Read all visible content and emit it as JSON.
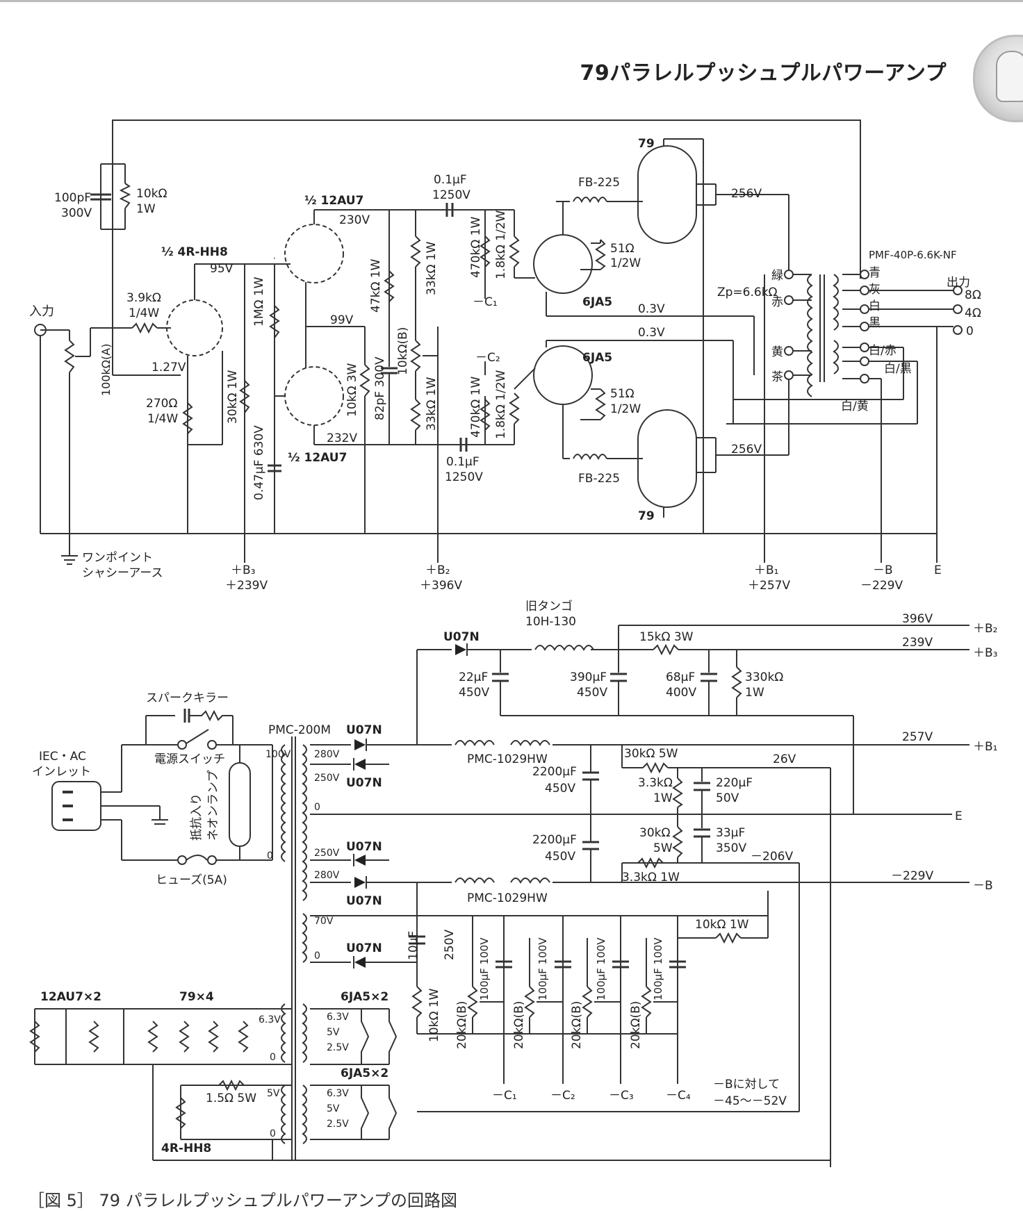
{
  "header": {
    "title": "79パラレルプッシュプルパワーアンプ"
  },
  "caption": "［図 5］ 79 パラレルプッシュプルパワーアンプの回路図",
  "amp": {
    "input": "入力",
    "vr_in": "100kΩ(A)",
    "c_nf": [
      "100pF",
      "300V"
    ],
    "r_nf": [
      "10kΩ",
      "1W"
    ],
    "v1": "½ 4R-HH8",
    "v1_plate_v": "95V",
    "r_grid": [
      "3.9kΩ",
      "1/4W"
    ],
    "v1_cath_v": "1.27V",
    "r_cath": [
      "270Ω",
      "1/4W"
    ],
    "r_1m": "1MΩ 1W",
    "r_30k": "30kΩ 1W",
    "c_047": "0.47μF 630V",
    "v2a": "½ 12AU7",
    "v2a_plate_v": "230V",
    "v2b": "½ 12AU7",
    "v2b_plate_v": "232V",
    "v2_cath_v": "99V",
    "r_10k3w": "10kΩ 3W",
    "c_82p": "82pF 300V",
    "r_47k": "47kΩ 1W",
    "r_33k_top": "33kΩ 1W",
    "vr_bal": "10kΩ(B)",
    "r_33k_bot": "33kΩ 1W",
    "c_top": [
      "0.1μF",
      "1250V"
    ],
    "c_bot": [
      "0.1μF",
      "1250V"
    ],
    "r_470k_top": "470kΩ 1W",
    "r_18k_top": "1.8kΩ 1/2W",
    "r_470k_bot": "470kΩ 1W",
    "r_18k_bot": "1.8kΩ 1/2W",
    "c1": "－C₁",
    "c2": "－C₂",
    "v3": "6JA5",
    "v4": "6JA5",
    "r_51_top": [
      "51Ω",
      "1/2W"
    ],
    "r_51_bot": [
      "51Ω",
      "1/2W"
    ],
    "fb_top": "FB-225",
    "fb_bot": "FB-225",
    "v5": "79",
    "v6": "79",
    "v5_plate_v": "256V",
    "v6_plate_v": "256V",
    "screen_v_top": "0.3V",
    "screen_v_bot": "0.3V",
    "opt": "PMF-40P-6.6K-NF",
    "zp": "Zp=6.6kΩ",
    "pri_colors": [
      "緑",
      "赤",
      "黄",
      "茶"
    ],
    "sec_colors": [
      "青",
      "灰",
      "白",
      "黒"
    ],
    "nf_colors": [
      "白/赤",
      "白/黒",
      "白/黄"
    ],
    "out_label": "出力",
    "out_taps": [
      "8Ω",
      "4Ω",
      "0"
    ],
    "ground": [
      "ワンポイント",
      "シャシーアース"
    ],
    "rails": {
      "b3": [
        "＋B₃",
        "＋239V"
      ],
      "b2": [
        "＋B₂",
        "＋396V"
      ],
      "b1": [
        "＋B₁",
        "＋257V"
      ],
      "b": [
        "－B",
        "－229V"
      ],
      "e": "E"
    }
  },
  "psu": {
    "inlet": [
      "IEC・AC",
      "インレット"
    ],
    "spark": "スパークキラー",
    "power_sw": "電源スイッチ",
    "neon": [
      "抵抗入り",
      "ネオンランプ"
    ],
    "fuse": "ヒューズ(5A)",
    "pt": "PMC-200M",
    "pt_100v": "100V",
    "pt_0": "0",
    "sec_taps": [
      "280V",
      "250V",
      "0",
      "250V",
      "280V",
      "70V",
      "0"
    ],
    "diode": "U07N",
    "choke_old": [
      "旧タンゴ",
      "10H-130"
    ],
    "c_22": [
      "22μF",
      "450V"
    ],
    "c_390": [
      "390μF",
      "450V"
    ],
    "r_15k": "15kΩ 3W",
    "c_68": [
      "68μF",
      "400V"
    ],
    "r_330k": [
      "330kΩ",
      "1W"
    ],
    "out_396": "396V",
    "out_239": "239V",
    "out_257": "257V",
    "out_b2": "＋B₂",
    "out_b3": "＋B₃",
    "out_b1": "＋B₁",
    "out_e": "E",
    "out_b": "－B",
    "choke_b1": "PMC-1029HW",
    "choke_b": "PMC-1029HW",
    "c_2200_a": [
      "2200μF",
      "450V"
    ],
    "c_2200_b": [
      "2200μF",
      "450V"
    ],
    "r_30k5w_top": "30kΩ 5W",
    "v_26": "26V",
    "r_33k1w": [
      "3.3kΩ",
      "1W"
    ],
    "c_220": [
      "220μF",
      "50V"
    ],
    "r_30k5w": [
      "30kΩ",
      "5W"
    ],
    "c_33": [
      "33μF",
      "350V"
    ],
    "v_206": "－206V",
    "r_33k1w_b": "3.3kΩ 1W",
    "v_229": "－229V",
    "c_10u": [
      "10μF",
      "250V"
    ],
    "r_10k1w_v": "10kΩ 1W",
    "r_10k1w_h": "10kΩ 1W",
    "vr_bias": "20kΩ(B)",
    "c_100u": "100μF 100V",
    "bias_out": [
      "－C₁",
      "－C₂",
      "－C₃",
      "－C₄"
    ],
    "bias_note": [
      "－Bに対して",
      "－45～－52V"
    ],
    "heater_12au7": "12AU7×2",
    "heater_79": "79×4",
    "heater_6jb": "6JA5×2",
    "heater_6jb2": "6JA5×2",
    "h_63": "6.3V",
    "h_0": "0",
    "h_taps": [
      "6.3V",
      "5V",
      "2.5V"
    ],
    "h_5v": "5V",
    "r_15_5w": "1.5Ω 5W",
    "heater_4r": "4R-HH8"
  }
}
